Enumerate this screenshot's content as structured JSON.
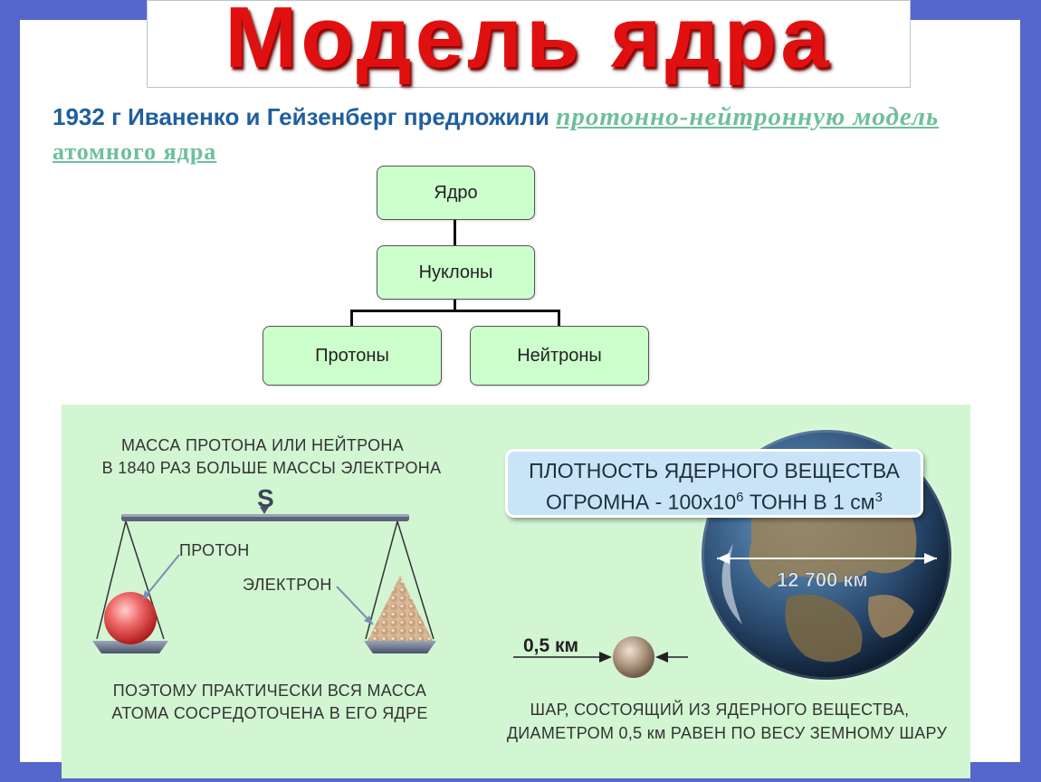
{
  "title": "Модель ядра",
  "intro": {
    "text": "1932 г Иваненко и Гейзенберг предложили",
    "highlight": "протонно-нейтронную модель",
    "highlight_tail": "атомного ядра"
  },
  "tree": {
    "root": "Ядро",
    "middle": "Нуклоны",
    "left_leaf": "Протоны",
    "right_leaf": "Нейтроны"
  },
  "panel": {
    "mass_caption_line1": "МАССА ПРОТОНА ИЛИ НЕЙТРОНА",
    "mass_caption_line2": "В 1840 РАЗ БОЛЬШЕ МАССЫ ЭЛЕКТРОНА",
    "proton_label": "ПРОТОН",
    "electron_label": "ЭЛЕКТРОН",
    "conclusion_line1": "ПОЭТОМУ ПРАКТИЧЕСКИ ВСЯ МАССА",
    "conclusion_line2": "АТОМА СОСРЕДОТОЧЕНА В ЕГО ЯДРЕ",
    "density_line1": "ПЛОТНОСТЬ ЯДЕРНОГО ВЕЩЕСТВА",
    "density_line2_prefix": "ОГРОМНА - 100х10",
    "density_exp": "6",
    "density_line2_suffix": " ТОНН В 1 см",
    "density_unit_exp": "3",
    "earth_diameter": "12 700 км",
    "ball_diameter": "0,5 км",
    "ball_caption_line1": "ШАР, СОСТОЯЩИЙ ИЗ ЯДЕРНОГО ВЕЩЕСТВА,",
    "ball_caption_line2": "ДИАМЕТРОМ 0,5 км РАВЕН ПО ВЕСУ ЗЕМНОМУ ШАРУ"
  },
  "colors": {
    "frame": "#5566cc",
    "title_red": "#e01010",
    "intro_blue": "#1f5f9e",
    "highlight_green": "#6fbf9a",
    "node_fill": "#ccffcc",
    "panel_fill": "#d2f5d2"
  }
}
